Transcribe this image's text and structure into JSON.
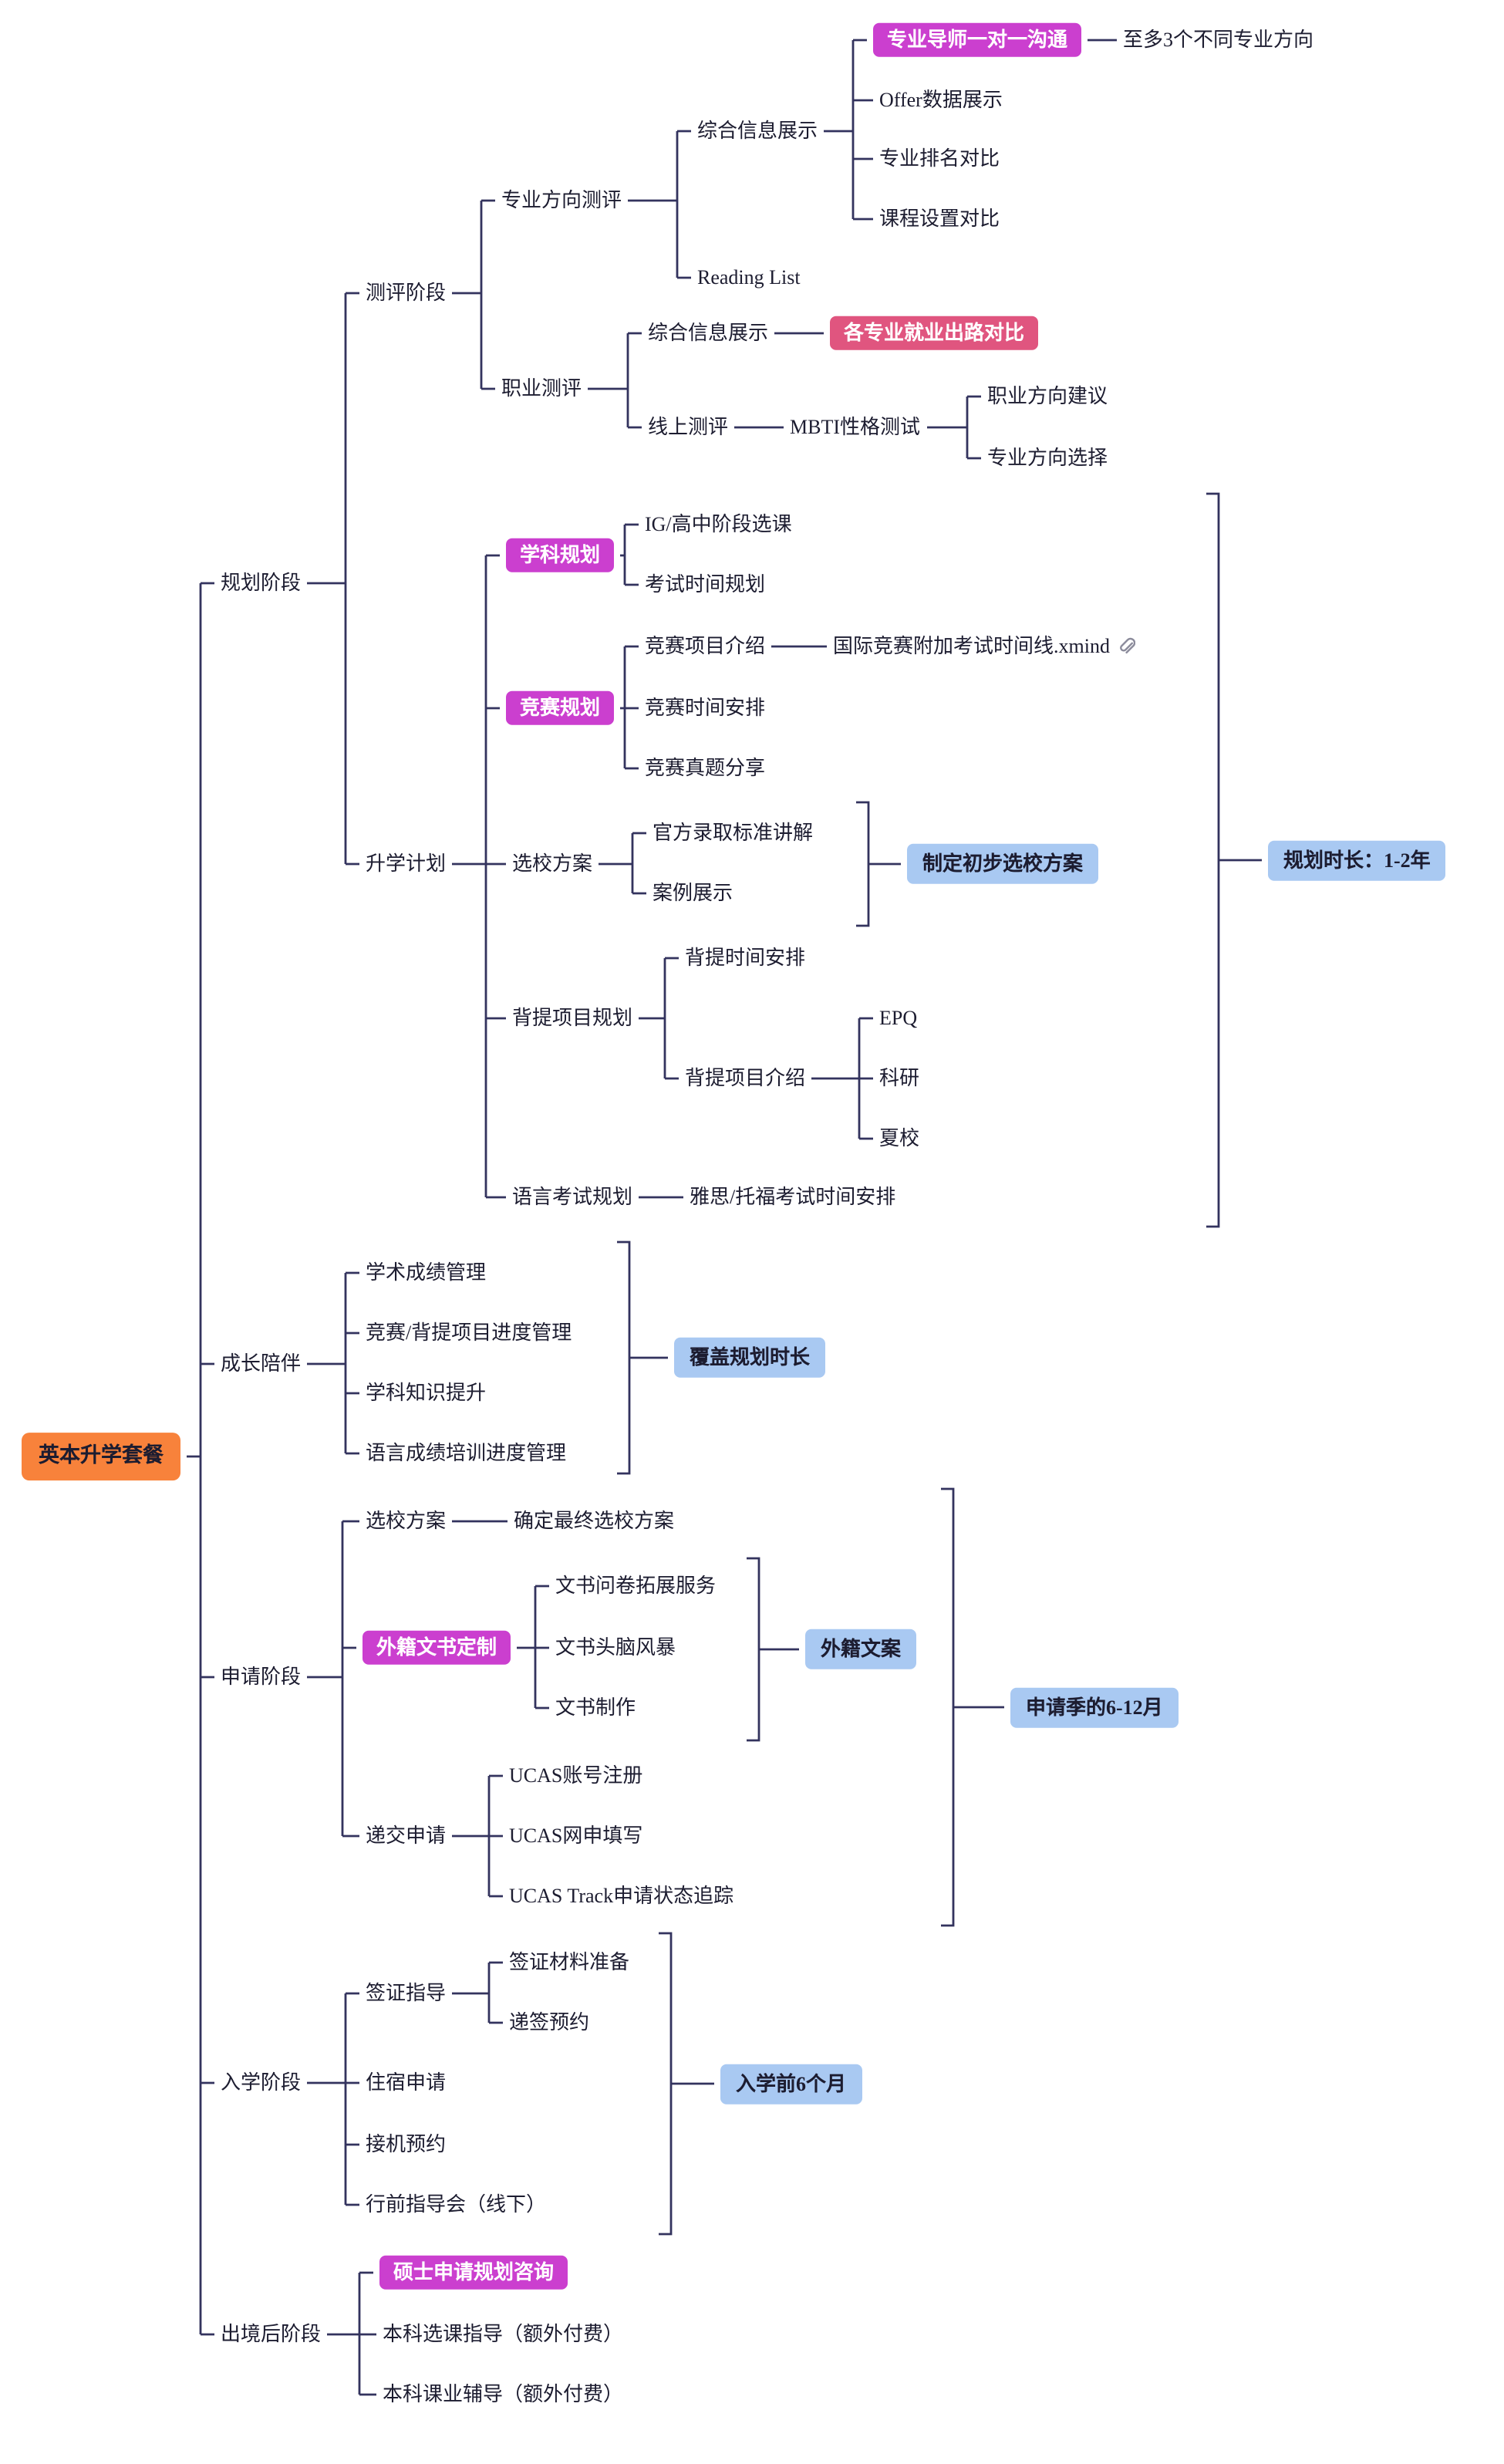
{
  "palette": {
    "root_bg": "#f8823b",
    "highlight_bg": "#cb3fcf",
    "tag_bg": "#e0557f",
    "callout_bg": "#a9c9f2",
    "line_color": "#33335e",
    "text_color": "#1c1c30",
    "attachment_icon_color": "#8b8b9b"
  },
  "tree": {
    "id": "root",
    "text": "英本升学套餐",
    "style": "root",
    "children": [
      {
        "id": "guihua",
        "text": "规划阶段",
        "children": [
          {
            "id": "ceping",
            "text": "测评阶段",
            "children": [
              {
                "id": "zhuanye-ceping",
                "text": "专业方向测评",
                "children": [
                  {
                    "id": "zonghe1",
                    "text": "综合信息展示",
                    "children": [
                      {
                        "id": "daoshi",
                        "text": "专业导师一对一沟通",
                        "style": "highlight",
                        "children": [
                          {
                            "id": "zhiduo3",
                            "text": "至多3个不同专业方向"
                          }
                        ]
                      },
                      {
                        "id": "offer",
                        "text": "Offer数据展示"
                      },
                      {
                        "id": "paiming",
                        "text": "专业排名对比"
                      },
                      {
                        "id": "kecheng",
                        "text": "课程设置对比"
                      }
                    ]
                  },
                  {
                    "id": "readinglist",
                    "text": "Reading List"
                  }
                ]
              },
              {
                "id": "zhiye-ceping",
                "text": "职业测评",
                "children": [
                  {
                    "id": "zonghe2",
                    "text": "综合信息展示",
                    "children": [
                      {
                        "id": "jiuye",
                        "text": "各专业就业出路对比",
                        "style": "tag"
                      }
                    ]
                  },
                  {
                    "id": "xianshang",
                    "text": "线上测评",
                    "children": [
                      {
                        "id": "mbti",
                        "text": "MBTI性格测试",
                        "children": [
                          {
                            "id": "zhiye-jianyi",
                            "text": "职业方向建议"
                          },
                          {
                            "id": "zhuanye-xuanze",
                            "text": "专业方向选择"
                          }
                        ]
                      }
                    ]
                  }
                ]
              }
            ]
          },
          {
            "id": "shengxue",
            "text": "升学计划",
            "children": [
              {
                "id": "xueke",
                "text": "学科规划",
                "style": "highlight",
                "children": [
                  {
                    "id": "ig",
                    "text": "IG/高中阶段选课"
                  },
                  {
                    "id": "kaoshi-shijian",
                    "text": "考试时间规划"
                  }
                ]
              },
              {
                "id": "jingsai",
                "text": "竞赛规划",
                "style": "highlight",
                "children": [
                  {
                    "id": "jingsai-intro",
                    "text": "竞赛项目介绍",
                    "children": [
                      {
                        "id": "jingsai-xmind",
                        "text": "国际竞赛附加考试时间线.xmind",
                        "attachment": true
                      }
                    ]
                  },
                  {
                    "id": "jingsai-time",
                    "text": "竞赛时间安排"
                  },
                  {
                    "id": "jingsai-zhenti",
                    "text": "竞赛真题分享"
                  }
                ]
              },
              {
                "id": "xuanxiao1",
                "text": "选校方案",
                "children": [
                  {
                    "id": "luqu",
                    "text": "官方录取标准讲解"
                  },
                  {
                    "id": "anli",
                    "text": "案例展示"
                  }
                ]
              },
              {
                "id": "beiti",
                "text": "背提项目规划",
                "children": [
                  {
                    "id": "beiti-time",
                    "text": "背提时间安排"
                  },
                  {
                    "id": "beiti-intro",
                    "text": "背提项目介绍",
                    "children": [
                      {
                        "id": "epq",
                        "text": "EPQ"
                      },
                      {
                        "id": "keyan",
                        "text": "科研"
                      },
                      {
                        "id": "xiaxiao",
                        "text": "夏校"
                      }
                    ]
                  }
                ]
              },
              {
                "id": "yuyan",
                "text": "语言考试规划",
                "children": [
                  {
                    "id": "yasi",
                    "text": "雅思/托福考试时间安排"
                  }
                ]
              }
            ]
          }
        ]
      },
      {
        "id": "chengzhang",
        "text": "成长陪伴",
        "children": [
          {
            "id": "xueshu",
            "text": "学术成绩管理"
          },
          {
            "id": "jingsai-jindu",
            "text": "竞赛/背提项目进度管理"
          },
          {
            "id": "xueke-tisheng",
            "text": "学科知识提升"
          },
          {
            "id": "yuyan-jindu",
            "text": "语言成绩培训进度管理"
          }
        ]
      },
      {
        "id": "shenqing",
        "text": "申请阶段",
        "children": [
          {
            "id": "xuanxiao2",
            "text": "选校方案",
            "children": [
              {
                "id": "zuizhong",
                "text": "确定最终选校方案"
              }
            ]
          },
          {
            "id": "wenshu",
            "text": "外籍文书定制",
            "style": "highlight",
            "children": [
              {
                "id": "wenjuan",
                "text": "文书问卷拓展服务"
              },
              {
                "id": "naofeng",
                "text": "文书头脑风暴"
              },
              {
                "id": "zhizuo",
                "text": "文书制作"
              }
            ]
          },
          {
            "id": "dijiao",
            "text": "递交申请",
            "children": [
              {
                "id": "ucas-zhanghao",
                "text": "UCAS账号注册"
              },
              {
                "id": "ucas-wangshen",
                "text": "UCAS网申填写"
              },
              {
                "id": "ucas-track",
                "text": "UCAS Track申请状态追踪"
              }
            ]
          }
        ]
      },
      {
        "id": "ruxue",
        "text": "入学阶段",
        "children": [
          {
            "id": "qianzheng",
            "text": "签证指导",
            "children": [
              {
                "id": "qianzheng-cailiao",
                "text": "签证材料准备"
              },
              {
                "id": "diqian",
                "text": "递签预约"
              }
            ]
          },
          {
            "id": "zhusu",
            "text": "住宿申请"
          },
          {
            "id": "jieji",
            "text": "接机预约"
          },
          {
            "id": "xingqian",
            "text": "行前指导会（线下）"
          }
        ]
      },
      {
        "id": "chujing",
        "text": "出境后阶段",
        "children": [
          {
            "id": "shuoshi",
            "text": "硕士申请规划咨询",
            "style": "highlight"
          },
          {
            "id": "xuanke",
            "text": "本科选课指导（额外付费）"
          },
          {
            "id": "keye",
            "text": "本科课业辅导（额外付费）"
          }
        ]
      }
    ]
  },
  "summaries": [
    {
      "id": "sum-xuanxiao",
      "label": "制定初步选校方案",
      "style": "callout"
    },
    {
      "id": "sum-shengxue",
      "label": "规划时长：1-2年",
      "style": "callout"
    },
    {
      "id": "sum-chengzhang",
      "label": "覆盖规划时长",
      "style": "callout"
    },
    {
      "id": "sum-wenshu",
      "label": "外籍文案",
      "style": "callout"
    },
    {
      "id": "sum-shenqing",
      "label": "申请季的6-12月",
      "style": "callout"
    },
    {
      "id": "sum-ruxue",
      "label": "入学前6个月",
      "style": "callout"
    }
  ]
}
